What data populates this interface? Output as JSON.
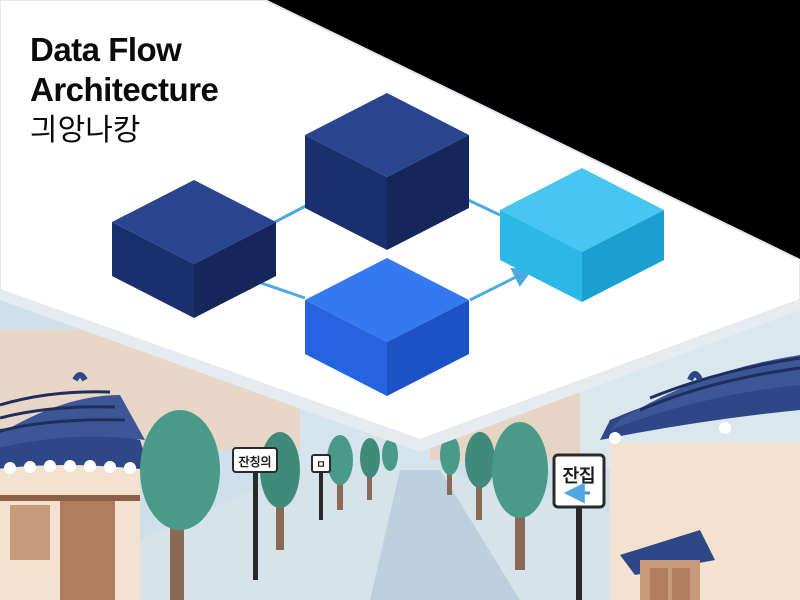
{
  "title": {
    "line1": "Data Flow",
    "line2": "Architecture",
    "korean": "긔앙나캉"
  },
  "signs": {
    "left_sign": "잔칭의",
    "small_sign": "ㅁ",
    "right_sign": "잔집"
  },
  "colors": {
    "navy_block": "#1b2f6e",
    "royal_block": "#2563e0",
    "cyan_block": "#2bb7e8",
    "arrow": "#4fa8e0",
    "roof": "#2e4786",
    "tree": "#4a9a8a"
  }
}
